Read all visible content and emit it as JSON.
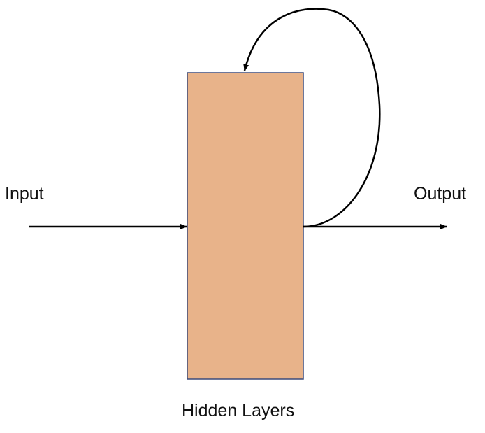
{
  "diagram": {
    "input_label": "Input",
    "output_label": "Output",
    "hidden_label": "Hidden Layers"
  },
  "colors": {
    "block_fill": "#E8B38A",
    "block_stroke": "#3B4A7A",
    "arrow": "#000000"
  }
}
